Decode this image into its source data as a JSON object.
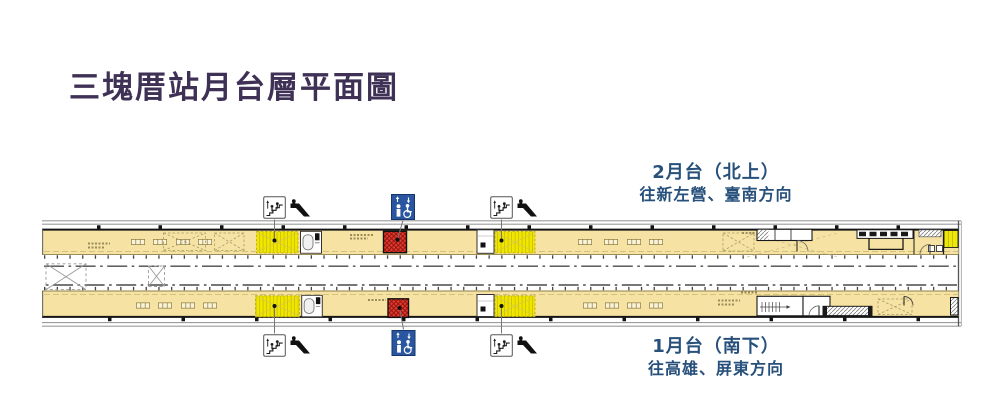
{
  "title": {
    "text": "三塊厝站月台層平面圖",
    "color": "#3f3156"
  },
  "platform_2": {
    "name": "2月台（北上）",
    "direction": "往新左營、臺南方向",
    "label_color": "#27507b"
  },
  "platform_1": {
    "name": "1月台（南下）",
    "direction": "往高雄、屏東方向",
    "label_color": "#27507b"
  },
  "icons": {
    "stairs": "stairs-icon",
    "escalator": "escalator-icon",
    "elevator": "accessible-elevator-icon"
  },
  "colors": {
    "platform_fill": "#f6e2a2",
    "stairway_fill": "#f0e600",
    "elevator_shaft_red": "#e23a2e",
    "elevator_icon_blue": "#2a55a0",
    "track_line": "#4a4a4a",
    "wall_outline": "#151515",
    "station_box_line": "#9b9b9b"
  }
}
